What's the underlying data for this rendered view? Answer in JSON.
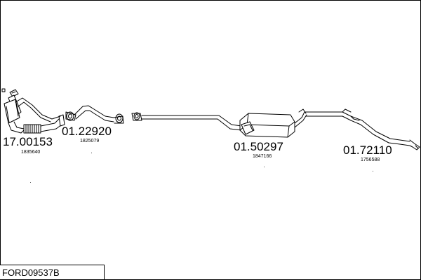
{
  "title": "FORD09537B",
  "parts": [
    {
      "part_number": "17.00153",
      "ref": "1835640"
    },
    {
      "part_number": "01.22920",
      "ref": "1825079"
    },
    {
      "part_number": "01.50297",
      "ref": "1847166"
    },
    {
      "part_number": "01.72110",
      "ref": "1756588"
    }
  ]
}
